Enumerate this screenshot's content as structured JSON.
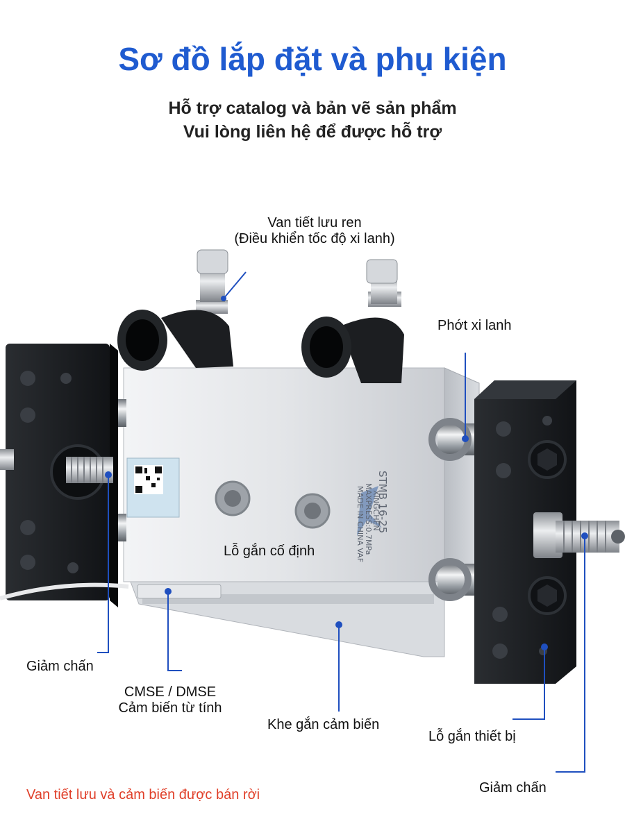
{
  "header": {
    "title": "Sơ đồ lắp đặt và phụ kiện",
    "subtitle_line1": "Hỗ trợ catalog và bản vẽ sản phẩm",
    "subtitle_line2": "Vui lòng liên hệ để được hỗ trợ"
  },
  "callouts": {
    "flow_valve_line1": "Van tiết lưu ren",
    "flow_valve_line2": "(Điều khiển tốc độ xi lanh)",
    "cylinder_seal": "Phớt xi lanh",
    "mounting_hole": "Lỗ gắn cố định",
    "shock_absorber_left": "Giảm chấn",
    "sensor_line1": "CMSE / DMSE",
    "sensor_line2": "Cảm biến từ tính",
    "sensor_slot": "Khe gắn cảm biến",
    "device_mount_hole": "Lỗ gắn thiết bị",
    "shock_absorber_right": "Giảm chấn"
  },
  "product_marking": {
    "model": "STMB 16-25",
    "brand": "XINGCHEN",
    "max_press": "MAXPRESS:0.7MPa",
    "origin": "MADE IN CHINA   VAF"
  },
  "footer_note": "Van tiết lưu và cảm biến được bán rời",
  "colors": {
    "title": "#1f5bd0",
    "leader_line": "#1f4fbf",
    "note": "#e0402a",
    "body_aluminum": "#dfe2e6",
    "end_plate": "#16181b"
  }
}
